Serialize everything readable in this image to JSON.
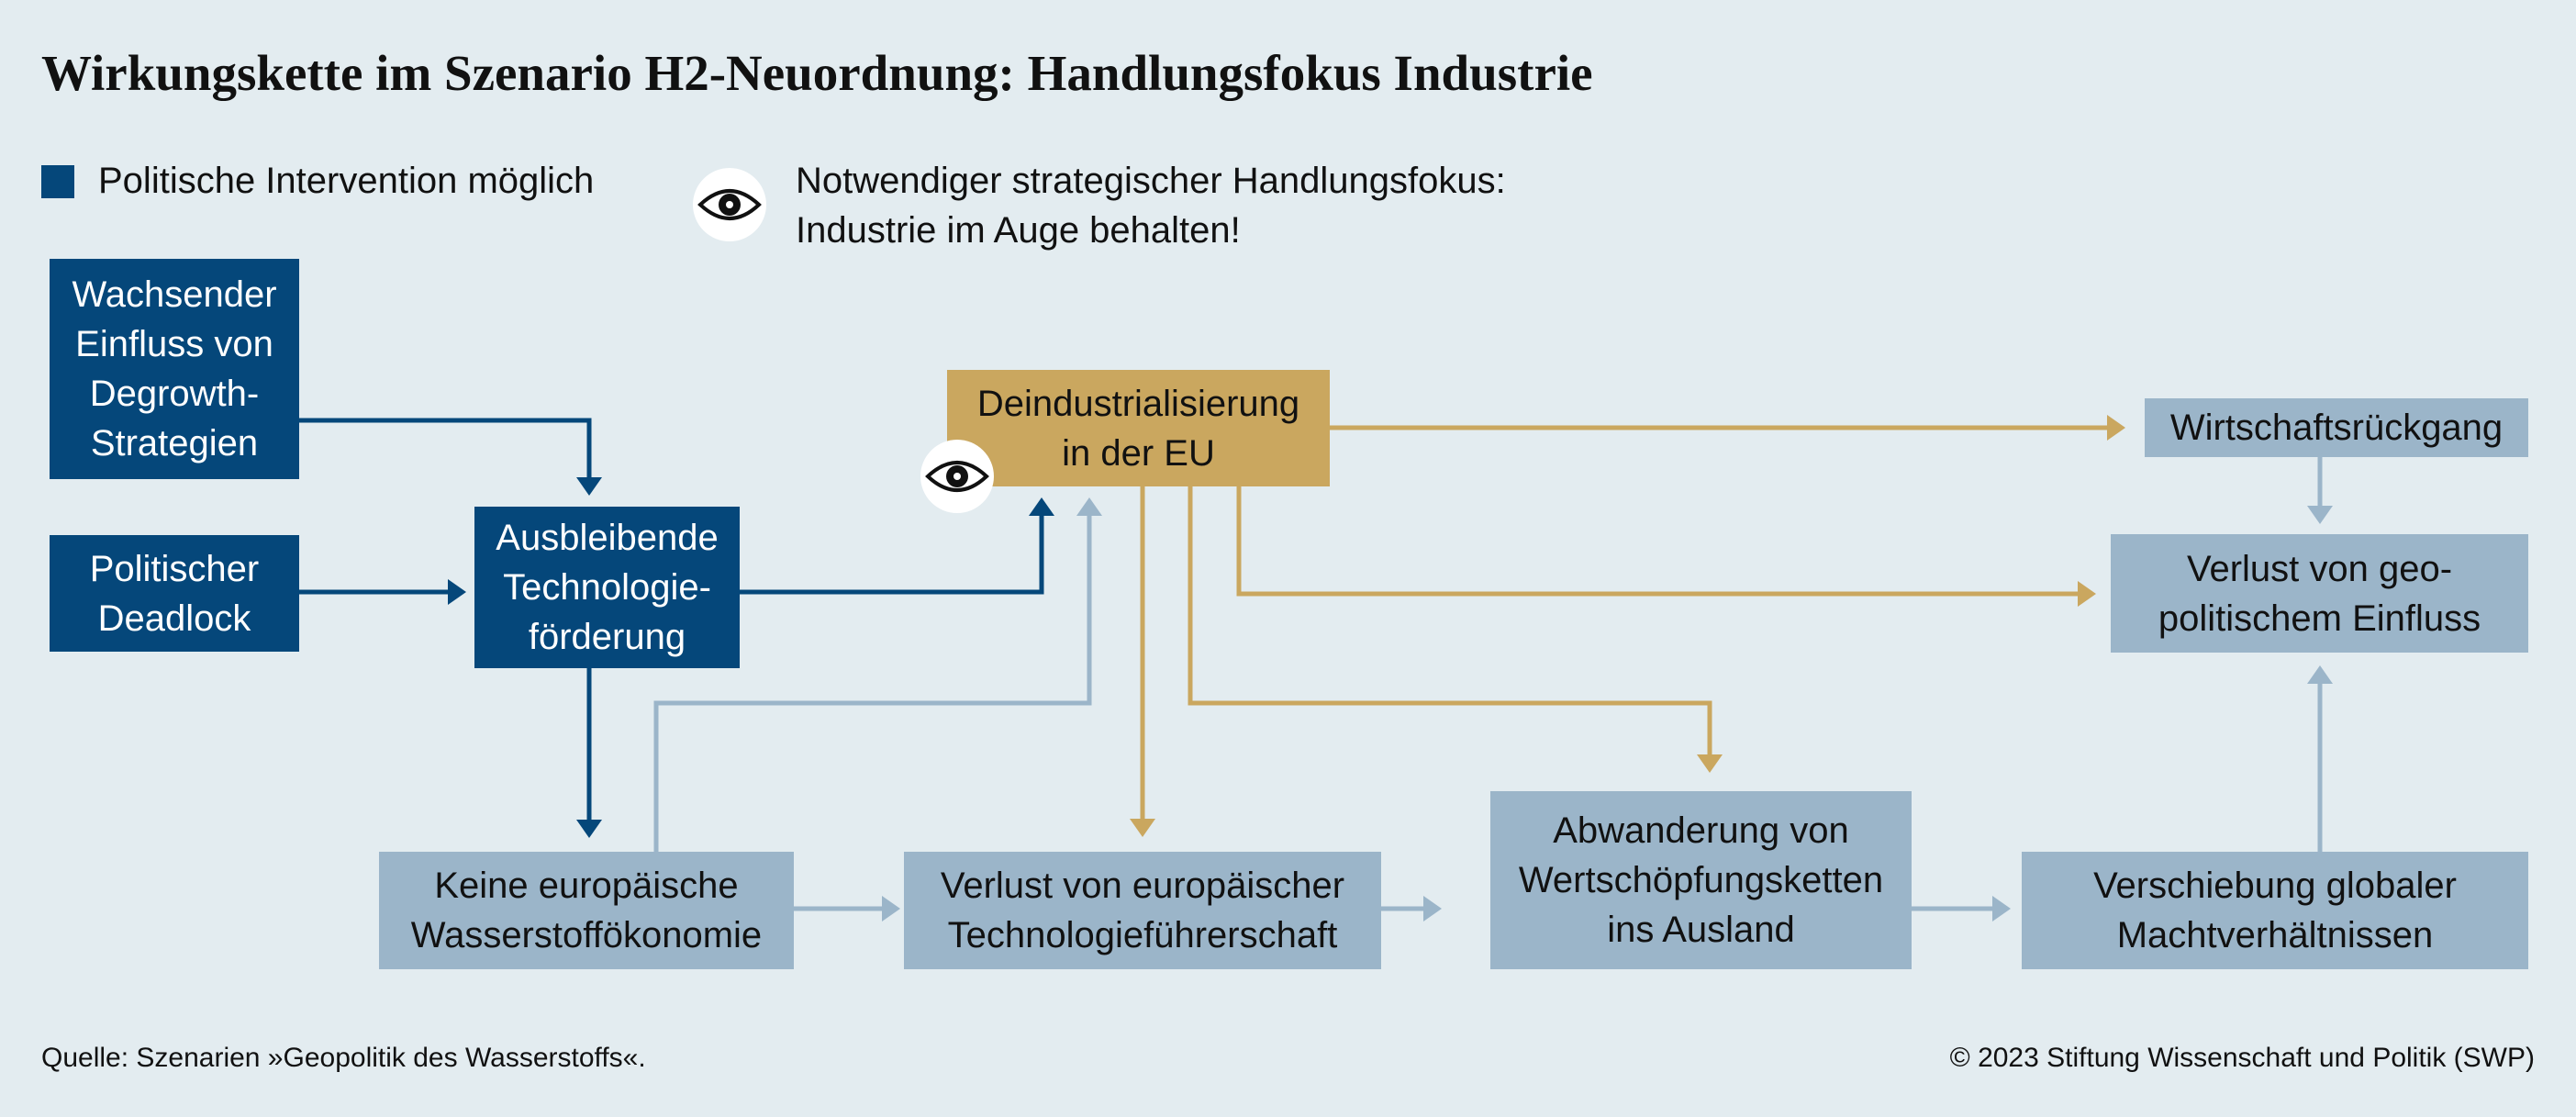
{
  "title": "Wirkungskette im Szenario H2-Neuordnung: Handlungsfokus Industrie",
  "legend": {
    "intervention": "Politische Intervention möglich",
    "focus_line1": "Notwendiger strategischer Handlungsfokus:",
    "focus_line2": "Industrie im Auge behalten!"
  },
  "boxes": {
    "degrowth": "Wachsender\nEinfluss von\nDegrowth-\nStrategien",
    "deadlock": "Politischer\nDeadlock",
    "technologiefoerderung": "Ausbleibende\nTechnologie-\nförderung",
    "deindustrialisierung": "Deindustrialisierung\nin der EU",
    "wirtschaftsrueckgang": "Wirtschaftsrückgang",
    "verlust_geopolitik": "Verlust von geo-\npolitischem Einfluss",
    "wasserstoffoekonomie": "Keine europäische\nWasserstoffökonomie",
    "technologiefuehrerschaft": "Verlust von europäischer\nTechnologieführerschaft",
    "abwanderung": "Abwanderung von\nWertschöpfungsketten\nins Ausland",
    "machtverhaeltnisse": "Verschiebung globaler\nMachtverhältnissen"
  },
  "colors": {
    "background": "#e3ecf0",
    "intervention_box": "#05477a",
    "focus_box": "#caa75f",
    "consequence_box": "#9bb5c9",
    "arrow_dark": "#05477a",
    "arrow_gold": "#caa75f",
    "arrow_light": "#9bb5c9"
  },
  "icons": {
    "focus": "eye-icon"
  },
  "footer": {
    "source": "Quelle: Szenarien »Geopolitik des Wasserstoffs«.",
    "copyright": "© 2023 Stiftung Wissenschaft und Politik (SWP)"
  }
}
